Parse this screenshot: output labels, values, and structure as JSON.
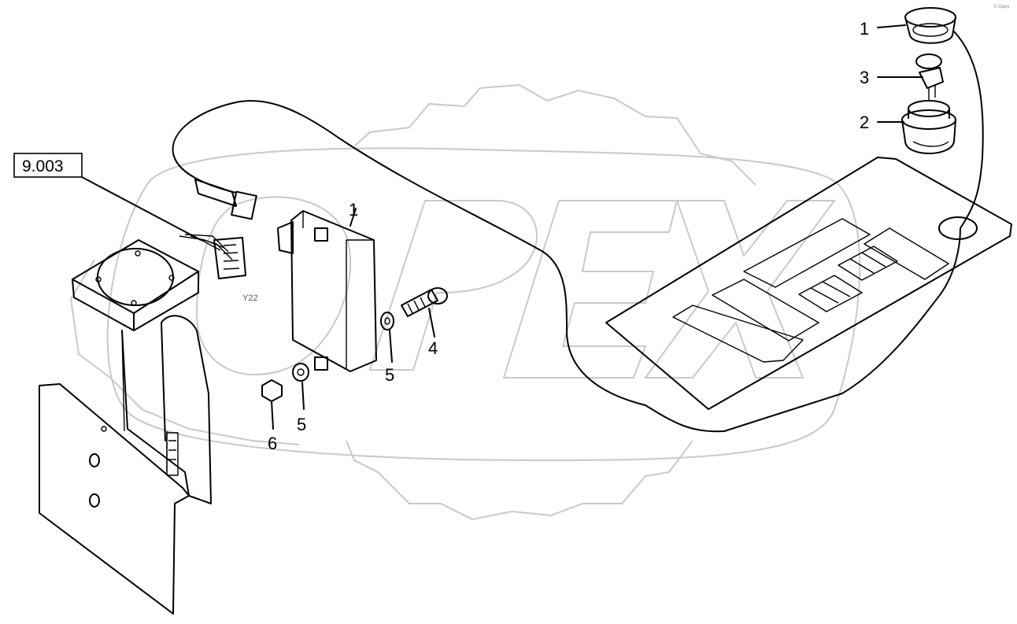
{
  "watermark": {
    "brand_text": "OPEX",
    "color": "#c9c9c9"
  },
  "reference_box": {
    "label": "9.003"
  },
  "connector_marking": "Y22",
  "corner_mark": "© Opex",
  "callouts": [
    {
      "id": "ring",
      "number": "1"
    },
    {
      "id": "key",
      "number": "3"
    },
    {
      "id": "switch-body",
      "number": "2"
    },
    {
      "id": "module",
      "number": "1"
    },
    {
      "id": "bolt",
      "number": "4"
    },
    {
      "id": "washer-upper",
      "number": "5"
    },
    {
      "id": "washer-lower",
      "number": "5"
    },
    {
      "id": "nut",
      "number": "6"
    }
  ]
}
